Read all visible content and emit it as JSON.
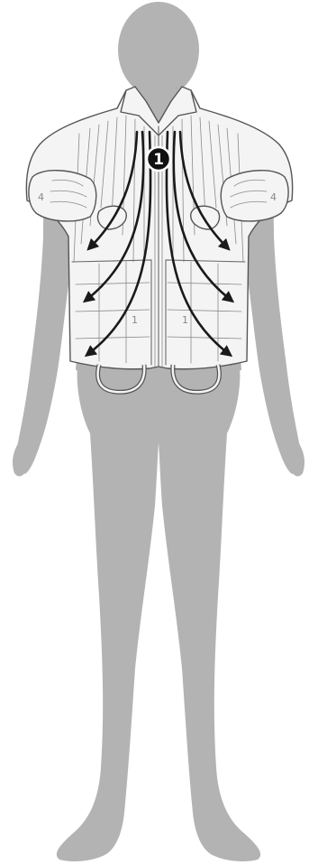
{
  "diagram": {
    "step_marker": "1",
    "shoulder_pad_number_left": "4",
    "shoulder_pad_number_right": "4",
    "colors": {
      "body": "#b3b3b3",
      "vest": "#f4f4f4",
      "vest_outline": "#555555",
      "arrows": "#1a1a1a",
      "marker": "#111111"
    }
  }
}
